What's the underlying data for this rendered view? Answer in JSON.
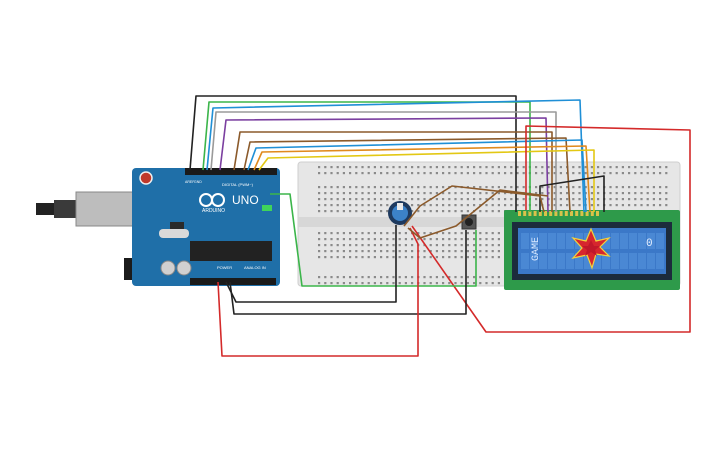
{
  "arduino": {
    "brand": "UNO",
    "subbrand": "ARDUINO",
    "digital_label": "DIGITAL (PWM~)",
    "power_label": "POWER",
    "analog_label": "ANALOG IN",
    "aref_label": "AREF",
    "gnd_label": "GND"
  },
  "lcd": {
    "left_text": "GAME",
    "score": "0"
  },
  "colors": {
    "wire_black": "#222222",
    "wire_red": "#d42a2a",
    "wire_green": "#3bb54a",
    "wire_blue": "#1f8fd6",
    "wire_purple": "#7b3fa0",
    "wire_brown": "#8b5a2b",
    "wire_orange": "#e08a1e",
    "wire_yellow": "#e3c814",
    "wire_gray": "#9a9a9a",
    "arduino_board": "#1f6fa8",
    "breadboard": "#e4e4e4",
    "lcd_pcb": "#2e9a4a",
    "lcd_screen": "#3b78c8",
    "sprite_fill": "#d6262e",
    "sprite_inner": "#f2d33b"
  }
}
